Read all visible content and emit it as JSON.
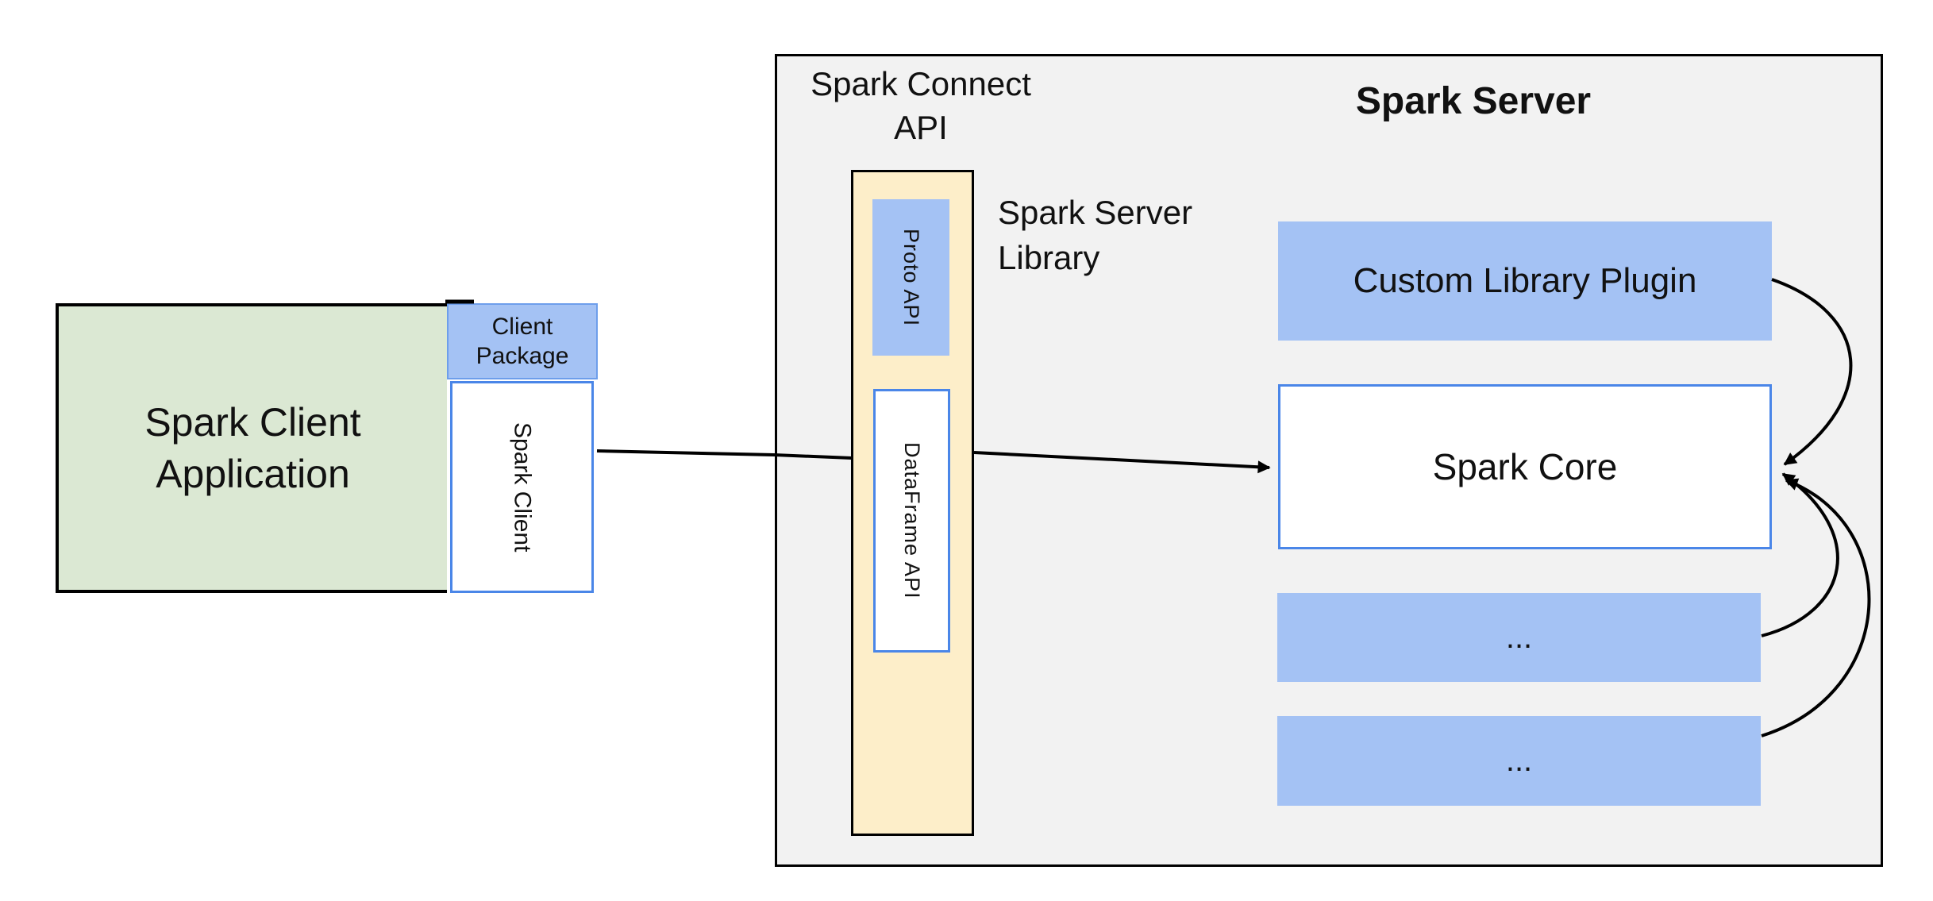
{
  "diagram": {
    "client_app": {
      "label": "Spark Client Application",
      "package_label": "Client Package",
      "client_label": "Spark Client"
    },
    "spark_connect": {
      "title": "Spark Connect API",
      "proto_api": "Proto API",
      "dataframe_api": "DataFrame API",
      "server_library_label": "Spark Server Library"
    },
    "spark_server": {
      "title": "Spark Server",
      "plugin": "Custom Library Plugin",
      "core": "Spark Core",
      "more_plugins_1": "...",
      "more_plugins_2": "..."
    },
    "colors": {
      "green_fill": "#dbe8d3",
      "blue_fill": "#a4c2f4",
      "blue_border": "#4a86e8",
      "package_border": "#6d9eeb",
      "yellow_fill": "#fdeec9",
      "gray_fill": "#f2f2f2",
      "line": "#000000"
    }
  }
}
